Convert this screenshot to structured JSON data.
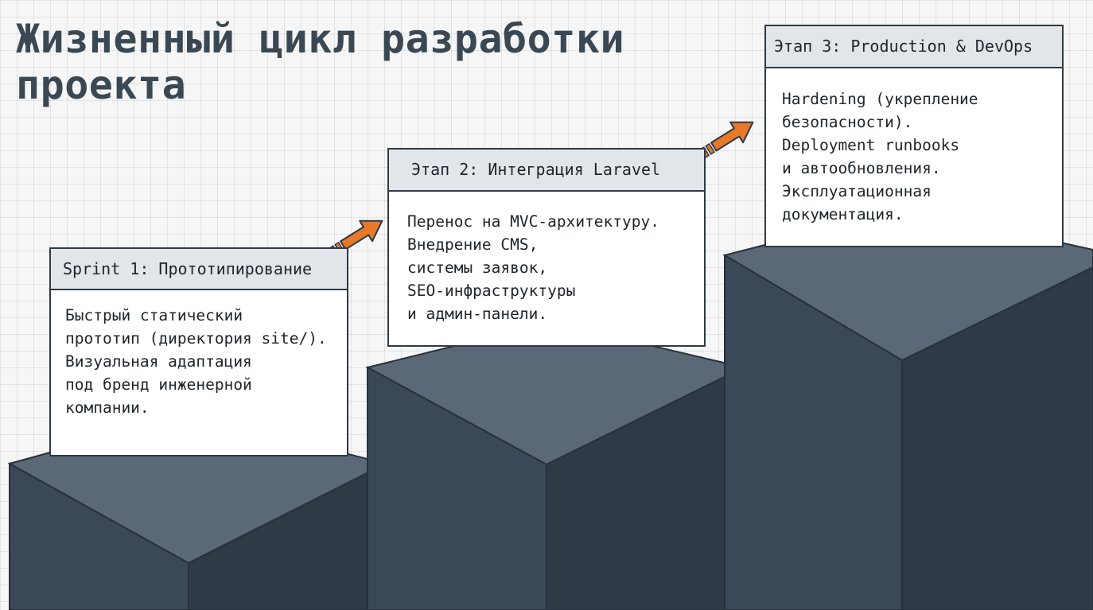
{
  "title": {
    "line1": "Жизненный цикл разработки",
    "line2": "проекта"
  },
  "colors": {
    "background": "#f6f6f6",
    "block_top": "#5a6877",
    "block_left": "#3b4857",
    "block_right": "#2f3a47",
    "arrow": "#e8792b",
    "card_header": "#e2e6ea"
  },
  "stages": [
    {
      "header": "Sprint 1: Прототипирование",
      "body_lines": [
        "Быстрый статический",
        "прототип (директория site/).",
        "Визуальная адаптация",
        "под бренд инженерной",
        "компании."
      ]
    },
    {
      "header": "Этап 2: Интеграция Laravel",
      "body_lines": [
        "Перенос на MVC-архитектуру.",
        "Внедрение CMS,",
        "системы заявок,",
        "SEO-инфраструктуры",
        "и админ-панели."
      ]
    },
    {
      "header": "Этап 3: Production & DevOps",
      "body_lines": [
        "Hardening (укрепление",
        "безопасности).",
        "Deployment runbooks",
        "и автообновления.",
        "Эксплуатационная",
        "документация."
      ]
    }
  ]
}
